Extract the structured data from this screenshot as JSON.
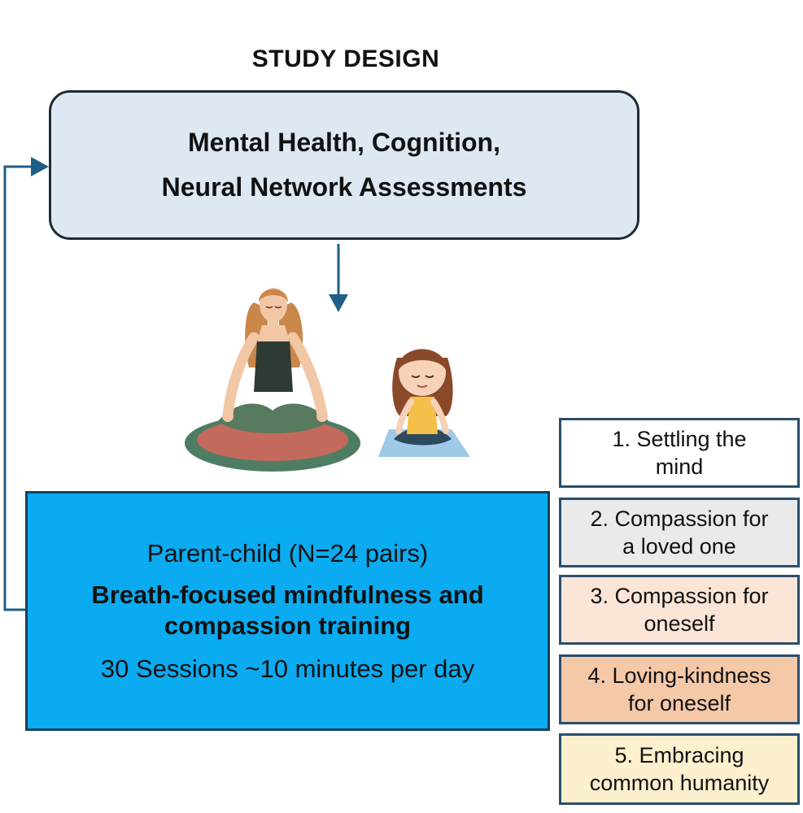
{
  "title": "STUDY DESIGN",
  "assessment": {
    "line1": "Mental Health, Cognition,",
    "line2": "Neural Network Assessments"
  },
  "training": {
    "participants": "Parent-child (N=24 pairs)",
    "method_line1": "Breath-focused mindfulness and",
    "method_line2": "compassion training",
    "schedule": "30 Sessions ~10 minutes per day"
  },
  "sessions": [
    {
      "line1": "1. Settling the",
      "line2": "mind",
      "color": "#ffffff"
    },
    {
      "line1": "2. Compassion for",
      "line2": "a loved one",
      "color": "#eaeaea"
    },
    {
      "line1": "3. Compassion for",
      "line2": "oneself",
      "color": "#fbe5d6"
    },
    {
      "line1": "4. Loving-kindness",
      "line2": "for oneself",
      "color": "#f5c8a8"
    },
    {
      "line1": "5. Embracing",
      "line2": "common humanity",
      "color": "#fdf0cf"
    }
  ],
  "colors": {
    "arrow": "#1f5f86",
    "assessment_fill": "#dde8f3",
    "training_fill": "#0aabf0"
  },
  "illustration": {
    "subject": "parent and child meditating icon"
  }
}
